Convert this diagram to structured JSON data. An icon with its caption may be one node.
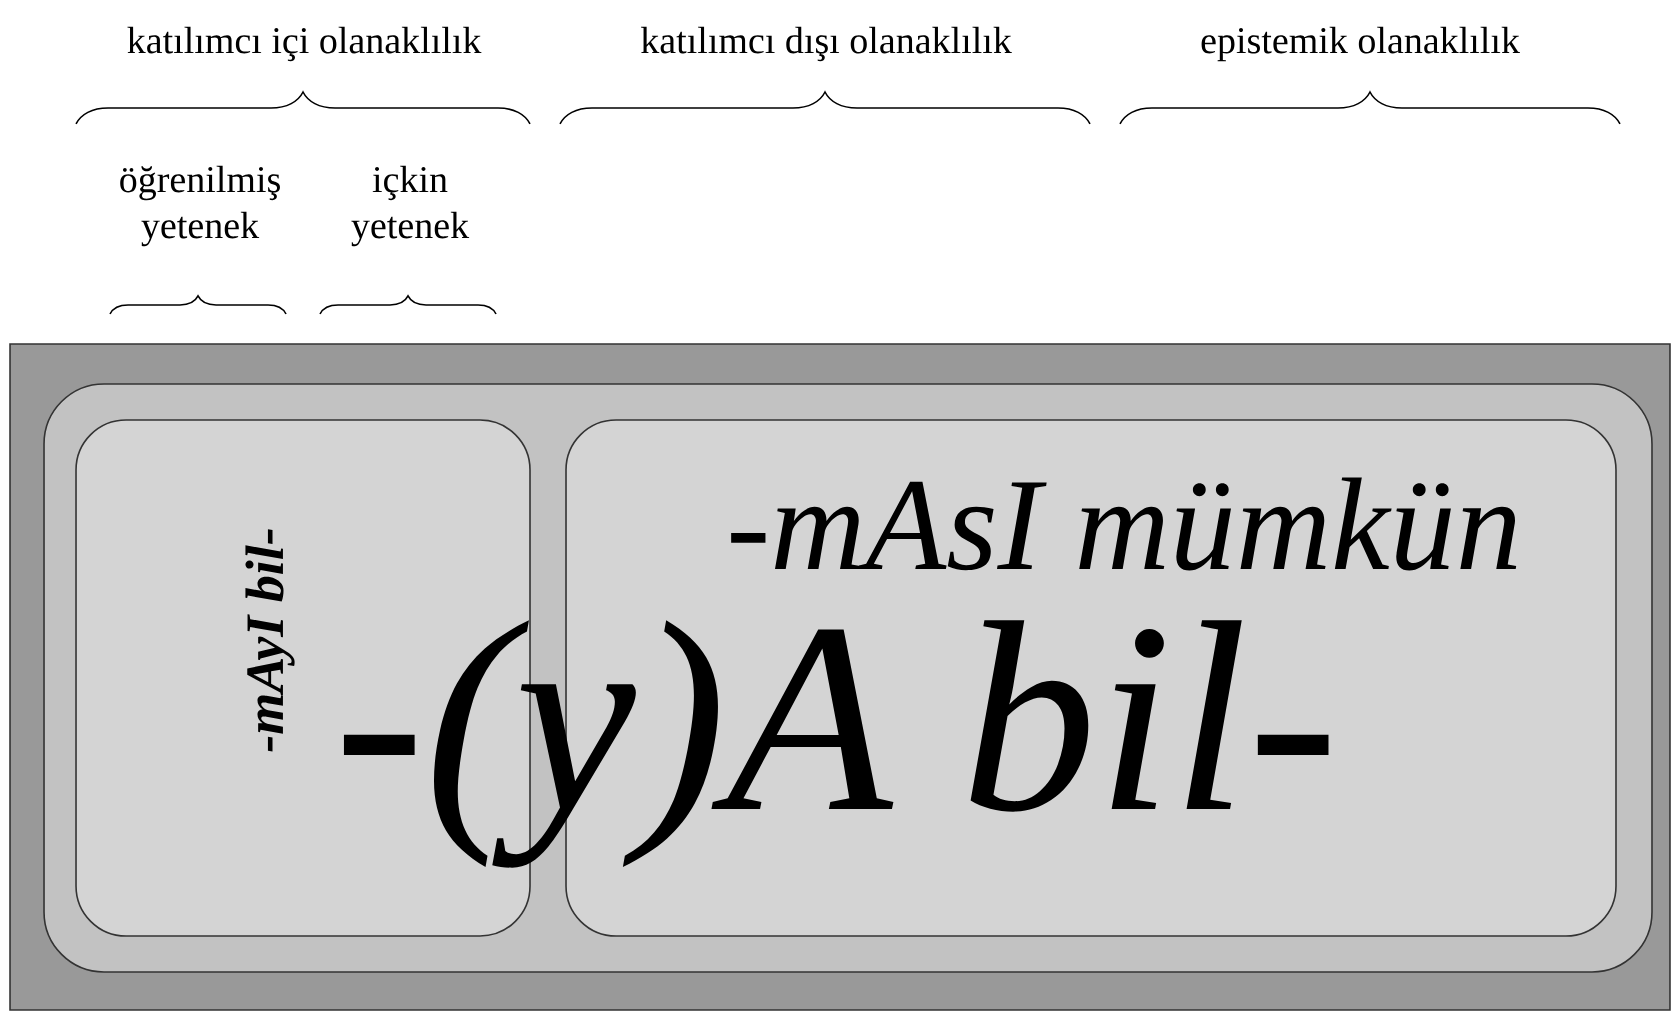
{
  "diagram": {
    "nodes": [
      {
        "text": [],
        "shape": "box"
      },
      {
        "text": [],
        "shape": "box",
        "in": 0
      },
      {
        "text": [
          "-mAyI bil-"
        ],
        "in": 1
      },
      {
        "text": [
          "-mAsI mümkün"
        ],
        "in": 1
      }
    ],
    "edges": [],
    "labels": [
      "katılımcı içi olanaklılık",
      "katılımcı dışı olanaklılık",
      "epistemik olanaklılık",
      "öğrenilmiş yetenek",
      "içkin yetenek",
      "-(y)A bil-"
    ]
  }
}
